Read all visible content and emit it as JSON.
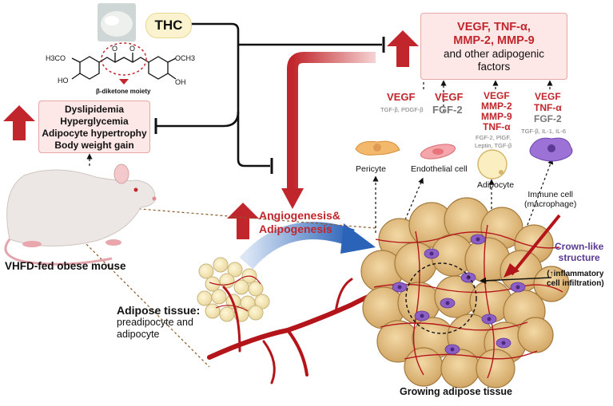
{
  "compound": {
    "name": "THC",
    "moiety_label": "β-diketone moiety",
    "chem_left_top": "H3CO",
    "chem_left_bottom": "HO",
    "chem_right_top": "OCH3",
    "chem_right_bottom": "OH",
    "carbonyl_o": "O"
  },
  "mouse_effects": [
    "Dyslipidemia",
    "Hyperglycemia",
    "Adipocyte hypertrophy",
    "Body weight gain"
  ],
  "factors_box": {
    "line1": "VEGF, TNF-α,",
    "line2": "MMP-2, MMP-9",
    "line3": "and other adipogenic",
    "line4": "factors"
  },
  "cells": {
    "pericyte": {
      "main": "VEGF",
      "minor": "TGF-β, PDGF-β",
      "label": "Pericyte"
    },
    "endothelial": {
      "main": "VEGF",
      "main2": "FGF-2",
      "label": "Endothelial cell"
    },
    "adipocyte": {
      "main1": "VEGF",
      "main2": "MMP-2",
      "main3": "MMP-9",
      "main4": "TNF-α",
      "minor1": "FGF-2, PlGF,",
      "minor2": "Leptin, TGF-β",
      "label": "Adipocyte"
    },
    "immune": {
      "main1": "VEGF",
      "main2": "TNF-α",
      "main3": "FGF-2",
      "minor": "TGF-β, IL-1, IL-6",
      "label1": "Immune cell",
      "label2": "(macrophage)"
    }
  },
  "process": {
    "line1": "Angiogenesis&",
    "line2": "Adipogenesis"
  },
  "mouse_label": "VHFD-fed obese mouse",
  "adipose_label": {
    "title": "Adipose tissue:",
    "sub1": "preadipocyte and",
    "sub2": "adipocyte"
  },
  "crown": {
    "line1": "Crown-like",
    "line2": "structure",
    "note1": "(↑inflammatory",
    "note2": "cell infiltration)"
  },
  "growing_label": "Growing adipose tissue",
  "colors": {
    "red": "#c0262b",
    "box_fill": "#fde7e7",
    "box_border": "#e7a7a7",
    "thc_fill": "#fbf3cf",
    "crown": "#5b3a91",
    "fat": "#e6c48a",
    "vessel": "#b3151b",
    "blue_arrow": "#2a63b8",
    "immune": "#8d5fc4"
  }
}
